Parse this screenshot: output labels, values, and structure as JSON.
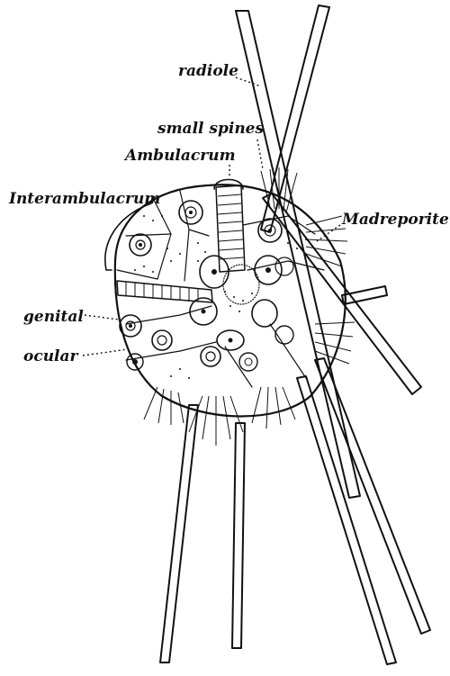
{
  "figure": {
    "labels": {
      "radiole": "radiole",
      "small_spines": "small spines",
      "ambulacrum": "Ambulacrum",
      "interambulacrum": "Interambulacrum",
      "madreporite": "Madreporite",
      "genital": "genital",
      "ocular": "ocular"
    },
    "ink_color": "#111111",
    "paper_color": "#ffffff"
  }
}
